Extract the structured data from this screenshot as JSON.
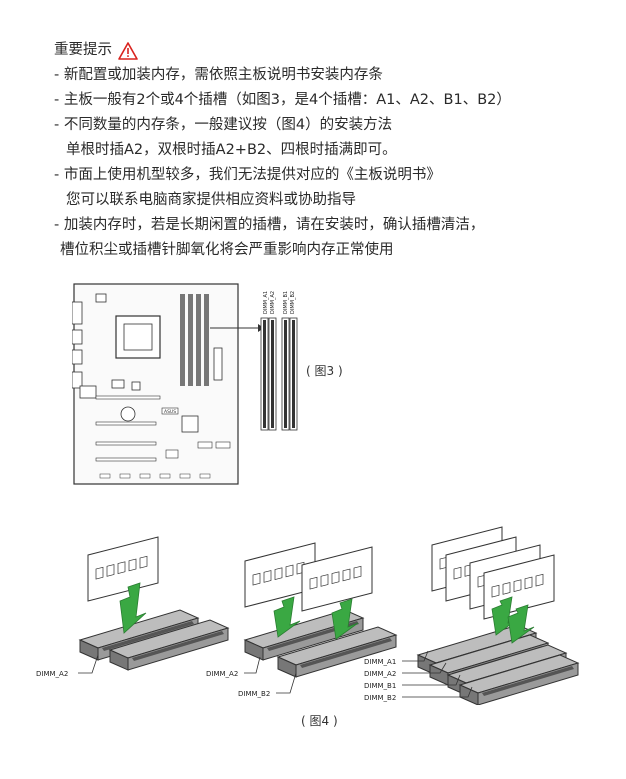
{
  "notice": {
    "title": "重要提示",
    "lines": [
      "- 新配置或加装内存，需依照主板说明书安装内存条",
      "- 主板一般有2个或4个插槽（如图3，是4个插槽：A1、A2、B1、B2）",
      "- 不同数量的内存条，一般建议按（图4）的安装方法",
      "单根时插A2，双根时插A2+B2、四根时插满即可。",
      "- 市面上使用机型较多，我们无法提供对应的《主板说明书》",
      "您可以联系电脑商家提供相应资料或协助指导",
      "- 加装内存时，若是长期闲置的插槽，请在安装时，确认插槽清洁，",
      "槽位积尘或插槽针脚氧化将会严重影响内存正常使用"
    ]
  },
  "figure3": {
    "caption": "( 图3 )",
    "slot_labels": [
      "DIMM_A1",
      "DIMM_A2",
      "DIMM_B1",
      "DIMM_B2"
    ],
    "board_text": "ASUS"
  },
  "figure4": {
    "caption": "( 图4 )",
    "single": {
      "labels": [
        "DIMM_A2"
      ]
    },
    "dual": {
      "labels": [
        "DIMM_A2",
        "DIMM_B2"
      ]
    },
    "quad": {
      "labels": [
        "DIMM_A1",
        "DIMM_A2",
        "DIMM_B1",
        "DIMM_B2"
      ]
    }
  },
  "colors": {
    "text": "#2a2a2a",
    "warning": "#d9231f",
    "arrow_green": "#3aa843",
    "slot_gray": "#9a9a9a",
    "slot_dark": "#555555"
  }
}
